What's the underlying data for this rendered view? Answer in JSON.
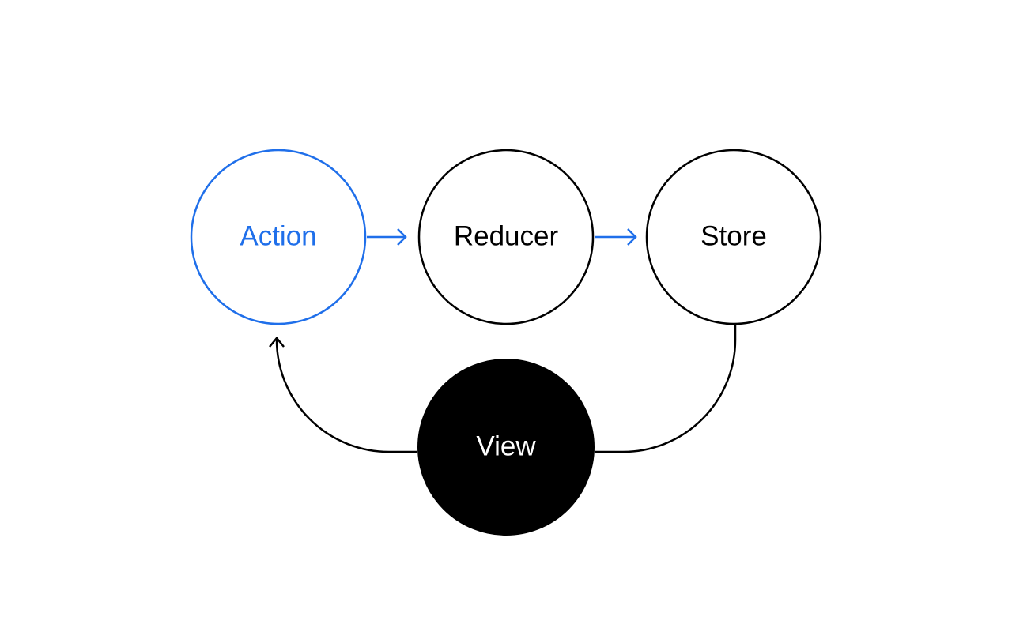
{
  "nodes": {
    "action": {
      "label": "Action"
    },
    "reducer": {
      "label": "Reducer"
    },
    "store": {
      "label": "Store"
    },
    "view": {
      "label": "View"
    }
  },
  "colors": {
    "accent": "#1f6fea",
    "stroke": "#000000",
    "view_fill": "#000000",
    "view_text": "#ffffff",
    "background": "#ffffff"
  }
}
